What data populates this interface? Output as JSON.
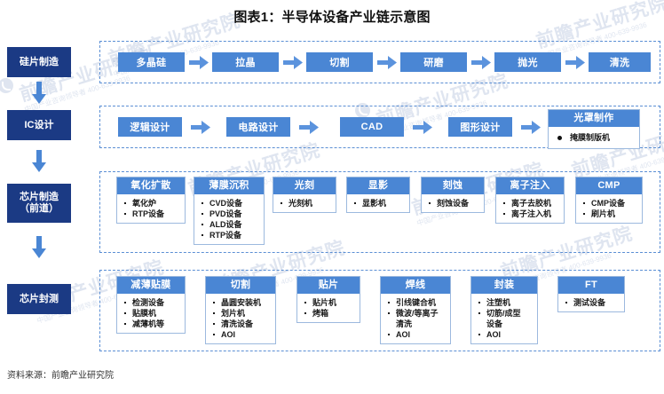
{
  "title": "图表1：半导体设备产业链示意图",
  "source": "资料来源：前瞻产业研究院",
  "colors": {
    "stage_navy": "#1b3a84",
    "chip_blue": "#4a86d4",
    "dashed_border": "#5b8fd4",
    "card_border": "#9cb9de",
    "text_dark": "#1a1a1a"
  },
  "watermark": {
    "text": "前瞻产业研究院",
    "subtext": "中国产业咨询领导者 400-639-9936"
  },
  "stages": [
    {
      "id": "stage-silicon-wafer",
      "label": "硅片制造"
    },
    {
      "id": "stage-ic-design",
      "label": "IC设计"
    },
    {
      "id": "stage-chip-fab",
      "label": "芯片制造\n（前道）"
    },
    {
      "id": "stage-chip-packaging-test",
      "label": "芯片封测"
    }
  ],
  "rows": [
    {
      "id": "row-silicon-wafer",
      "kind": "chips",
      "items": [
        {
          "label": "多晶硅"
        },
        {
          "label": "拉晶"
        },
        {
          "label": "切割"
        },
        {
          "label": "研磨"
        },
        {
          "label": "抛光"
        },
        {
          "label": "清洗"
        }
      ]
    },
    {
      "id": "row-ic-design",
      "kind": "chips",
      "items": [
        {
          "label": "逻辑设计"
        },
        {
          "label": "电路设计"
        },
        {
          "label": "CAD"
        },
        {
          "label": "图形设计"
        }
      ],
      "card": {
        "header": "光罩制作",
        "bullets": [
          "掩膜制版机"
        ]
      }
    },
    {
      "id": "row-chip-fab",
      "kind": "cards",
      "items": [
        {
          "header": "氧化扩散",
          "bullets": [
            "氧化炉",
            "RTP设备"
          ]
        },
        {
          "header": "薄膜沉积",
          "bullets": [
            "CVD设备",
            "PVD设备",
            "ALD设备",
            "RTP设备"
          ]
        },
        {
          "header": "光刻",
          "bullets": [
            "光刻机"
          ]
        },
        {
          "header": "显影",
          "bullets": [
            "显影机"
          ]
        },
        {
          "header": "刻蚀",
          "bullets": [
            "刻蚀设备"
          ]
        },
        {
          "header": "离子注入",
          "bullets": [
            "离子去胶机",
            "离子注入机"
          ]
        },
        {
          "header": "CMP",
          "bullets": [
            "CMP设备",
            "刷片机"
          ]
        }
      ]
    },
    {
      "id": "row-chip-packaging-test",
      "kind": "cards",
      "items": [
        {
          "header": "减薄贴膜",
          "bullets": [
            "检测设备",
            "贴膜机",
            "减薄机等"
          ]
        },
        {
          "header": "切割",
          "bullets": [
            "晶圆安装机",
            "划片机",
            "清洗设备",
            "AOI"
          ]
        },
        {
          "header": "贴片",
          "bullets": [
            "贴片机",
            "烤箱"
          ]
        },
        {
          "header": "焊线",
          "bullets": [
            "引线键合机",
            "微波/等离子",
            "清洗",
            "AOI"
          ]
        },
        {
          "header": "封装",
          "bullets": [
            "注塑机",
            "切筋/成型",
            "设备",
            "AOI"
          ]
        },
        {
          "header": "FT",
          "bullets": [
            "测试设备"
          ]
        }
      ]
    }
  ]
}
